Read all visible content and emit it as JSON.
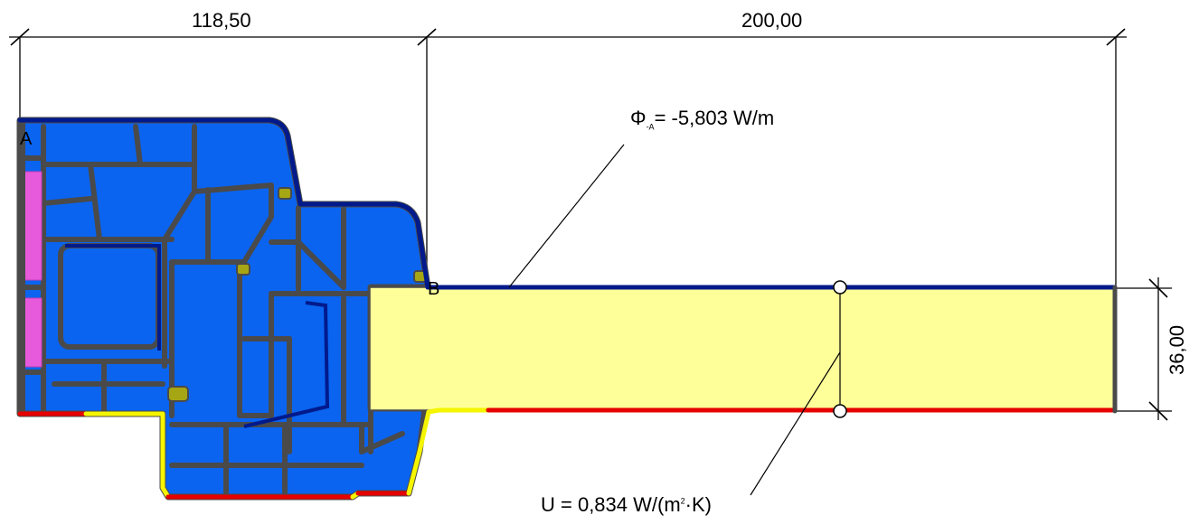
{
  "dimensions": {
    "width_left": "118,50",
    "width_right": "200,00",
    "height_right": "36,00"
  },
  "points": {
    "a": "A",
    "b": "B"
  },
  "results": {
    "phi_symbol": "Φ",
    "phi_subscript": "-A",
    "phi_value": "= -5,803 W/m",
    "u_prefix": "U = 0,834 W/(m",
    "u_superscript": "2",
    "u_suffix": "·K)"
  },
  "colors": {
    "profile_fill": "#0a64f0",
    "profile_frame": "#4a4a4a",
    "interior_edge": "#001a8c",
    "exterior_edge": "#e60000",
    "transition_edge": "#f5f500",
    "gasket": "#e85adc",
    "panel_fill": "#ffff99",
    "seal": "#a6a615"
  }
}
